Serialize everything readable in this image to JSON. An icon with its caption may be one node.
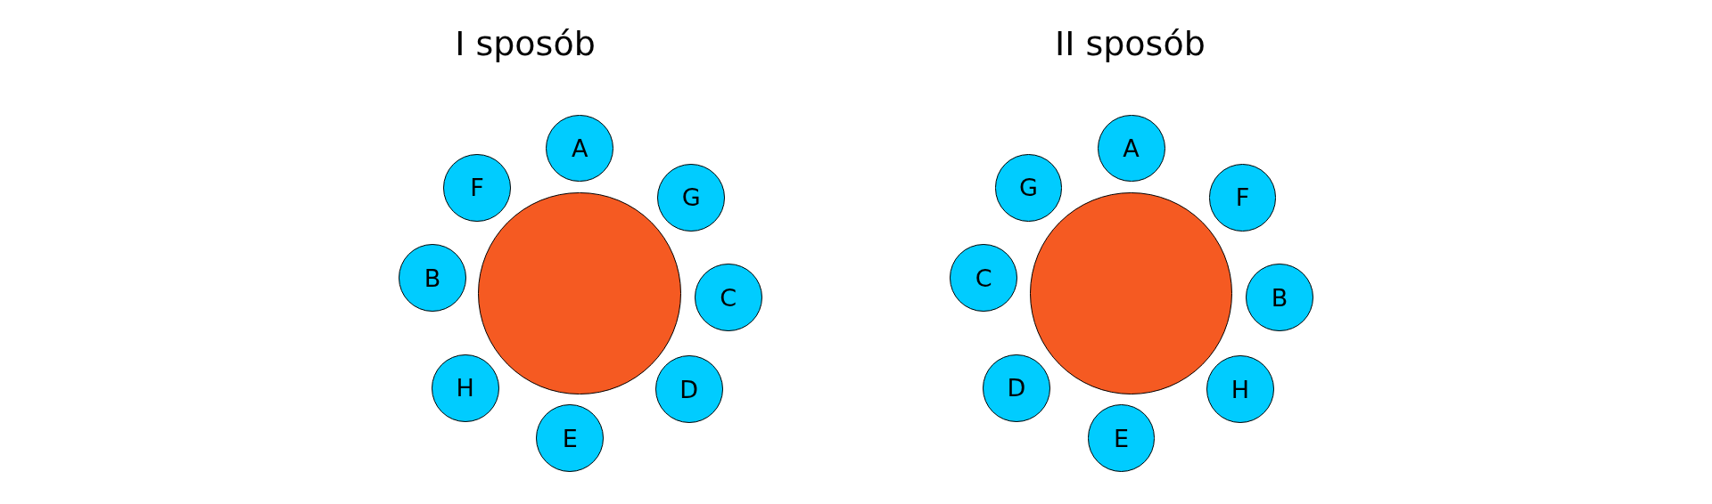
{
  "diagram": {
    "nodes": [
      {
        "text": [],
        "shape": "circle"
      },
      {
        "text": [
          "A"
        ]
      },
      {
        "text": [
          "F"
        ]
      },
      {
        "text": [
          "G"
        ]
      },
      {
        "text": [
          "B"
        ]
      },
      {
        "text": [
          "C"
        ]
      },
      {
        "text": [
          "H"
        ]
      },
      {
        "text": [
          "D"
        ]
      },
      {
        "text": [
          "E"
        ]
      },
      {
        "text": [],
        "shape": "circle"
      },
      {
        "text": [
          "A"
        ]
      },
      {
        "text": [
          "G"
        ]
      },
      {
        "text": [
          "F"
        ]
      },
      {
        "text": [
          "C"
        ]
      },
      {
        "text": [
          "B"
        ]
      },
      {
        "text": [
          "D"
        ]
      },
      {
        "text": [
          "H"
        ]
      },
      {
        "text": [
          "E"
        ]
      }
    ],
    "labels": [
      "I sposób",
      "II sposób"
    ]
  }
}
